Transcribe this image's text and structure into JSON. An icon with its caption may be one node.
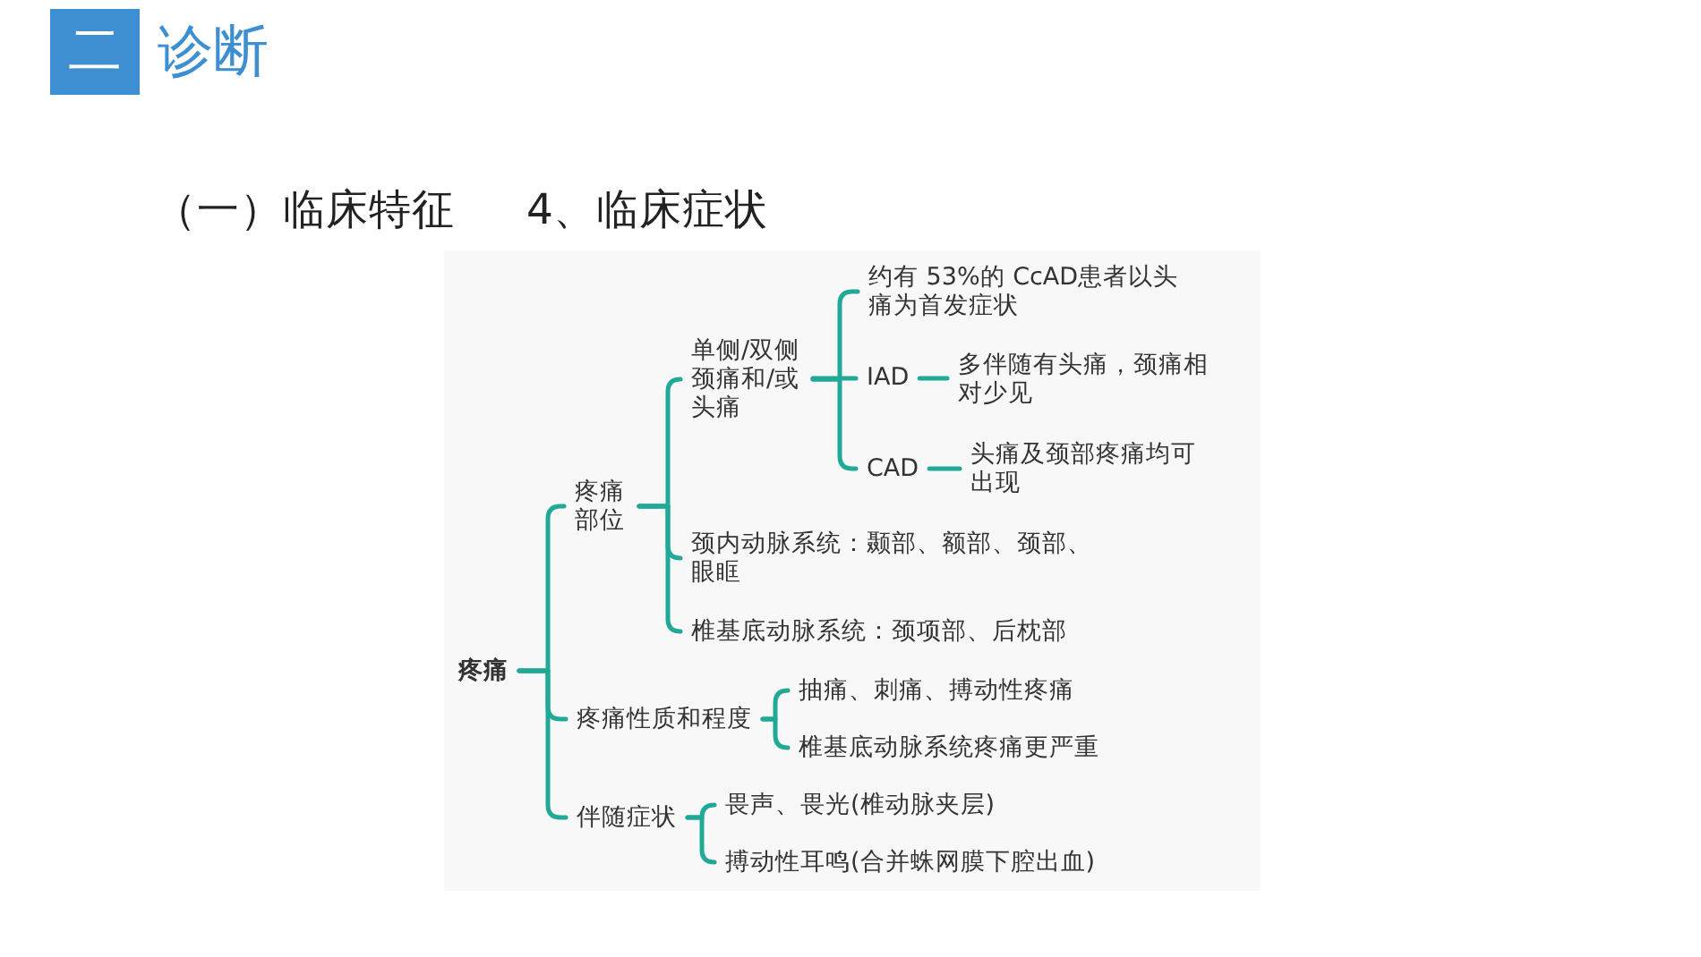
{
  "diagram": {
    "title": "诊断",
    "nodes": [
      {
        "text": [
          "疼痛"
        ]
      },
      {
        "text": [
          "疼痛部位"
        ]
      },
      {
        "text": [
          "单侧/双侧颈痛和/或头痛"
        ]
      },
      {
        "text": [
          "约有 53%的 CcAD患者以头痛为首发症状"
        ]
      },
      {
        "text": [
          "IAD"
        ]
      },
      {
        "text": [
          "多伴随有头痛，颈痛相对少见"
        ]
      },
      {
        "text": [
          "CAD"
        ]
      },
      {
        "text": [
          "头痛及颈部疼痛均可出现"
        ]
      },
      {
        "text": [
          "颈内动脉系统：颞部、额部、颈部、眼眶"
        ]
      },
      {
        "text": [
          "椎基底动脉系统：颈项部、后枕部"
        ]
      },
      {
        "text": [
          "疼痛性质和程度"
        ]
      },
      {
        "text": [
          "抽痛、刺痛、搏动性疼痛"
        ]
      },
      {
        "text": [
          "椎基底动脉系统疼痛更严重"
        ]
      },
      {
        "text": [
          "伴随症状"
        ]
      },
      {
        "text": [
          "畏声、畏光(椎动脉夹层)"
        ]
      },
      {
        "text": [
          "搏动性耳鸣(合并蛛网膜下腔出血)"
        ]
      }
    ],
    "edges": [
      {
        "from": 0,
        "to": 1,
        "arrow": "none"
      },
      {
        "from": 0,
        "to": 10,
        "arrow": "none"
      },
      {
        "from": 0,
        "to": 13,
        "arrow": "none"
      },
      {
        "from": 1,
        "to": 2,
        "arrow": "none"
      },
      {
        "from": 1,
        "to": 8,
        "arrow": "none"
      },
      {
        "from": 1,
        "to": 9,
        "arrow": "none"
      },
      {
        "from": 2,
        "to": 3,
        "arrow": "none"
      },
      {
        "from": 2,
        "to": 4,
        "arrow": "none"
      },
      {
        "from": 2,
        "to": 6,
        "arrow": "none"
      },
      {
        "from": 4,
        "to": 5,
        "arrow": "none"
      },
      {
        "from": 6,
        "to": 7,
        "arrow": "none"
      },
      {
        "from": 10,
        "to": 11,
        "arrow": "none"
      },
      {
        "from": 10,
        "to": 12,
        "arrow": "none"
      },
      {
        "from": 13,
        "to": 14,
        "arrow": "none"
      },
      {
        "from": 13,
        "to": 15,
        "arrow": "none"
      }
    ],
    "labels": [
      "二",
      "（一）临床特征",
      "4、临床症状"
    ]
  }
}
